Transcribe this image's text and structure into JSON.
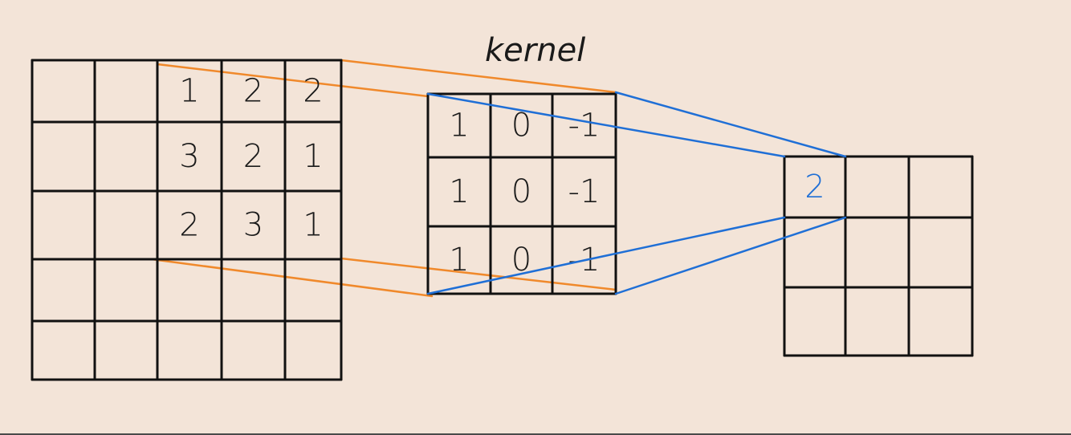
{
  "title": "kernel",
  "input": {
    "rows": 5,
    "cols": 5,
    "window": {
      "row": 0,
      "col": 2
    },
    "window_values": [
      [
        "1",
        "2",
        "2"
      ],
      [
        "3",
        "2",
        "1"
      ],
      [
        "2",
        "3",
        "1"
      ]
    ]
  },
  "kernel": {
    "values": [
      [
        "1",
        "0",
        "-1"
      ],
      [
        "1",
        "0",
        "-1"
      ],
      [
        "1",
        "0",
        "-1"
      ]
    ]
  },
  "output": {
    "rows": 3,
    "cols": 3,
    "values": [
      [
        "2",
        "",
        ""
      ],
      [
        "",
        "",
        ""
      ],
      [
        "",
        "",
        ""
      ]
    ]
  },
  "colors": {
    "background": "#f3e4d8",
    "grid": "#111111",
    "input_to_kernel_lines": "#f0892b",
    "kernel_to_output_lines": "#1f6fd6",
    "output_value": "#1f6fd6"
  }
}
